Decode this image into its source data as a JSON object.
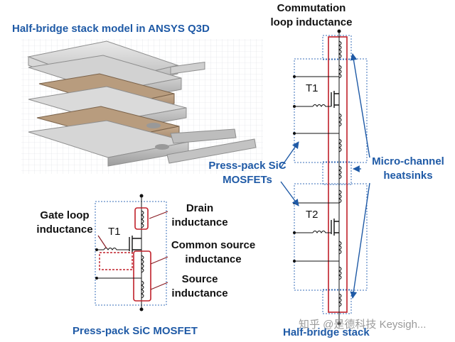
{
  "top": {
    "title": "Half-bridge stack model in ANSYS Q3D"
  },
  "labels": {
    "commutation": [
      "Commutation",
      "loop inductance"
    ],
    "press_pack_sic": [
      "Press-pack SiC",
      "MOSFETs"
    ],
    "micro_channel": [
      "Micro-channel",
      "heatsinks"
    ],
    "t1_right": "T1",
    "t2_right": "T2",
    "t1_left": "T1",
    "gate_loop": [
      "Gate loop",
      "inductance"
    ],
    "drain": [
      "Drain",
      "inductance"
    ],
    "common_source": [
      "Common source",
      "inductance"
    ],
    "source": [
      "Source",
      "inductance"
    ]
  },
  "captions": {
    "left": "Press-pack SiC MOSFET",
    "right": "Half-bridge stack"
  },
  "watermark": "知乎 @是德科技 Keysigh...",
  "colors": {
    "accent_blue": "#1f5aa6",
    "highlight_red": "#c0202a",
    "dotted_blue": "#3a6fb8"
  }
}
